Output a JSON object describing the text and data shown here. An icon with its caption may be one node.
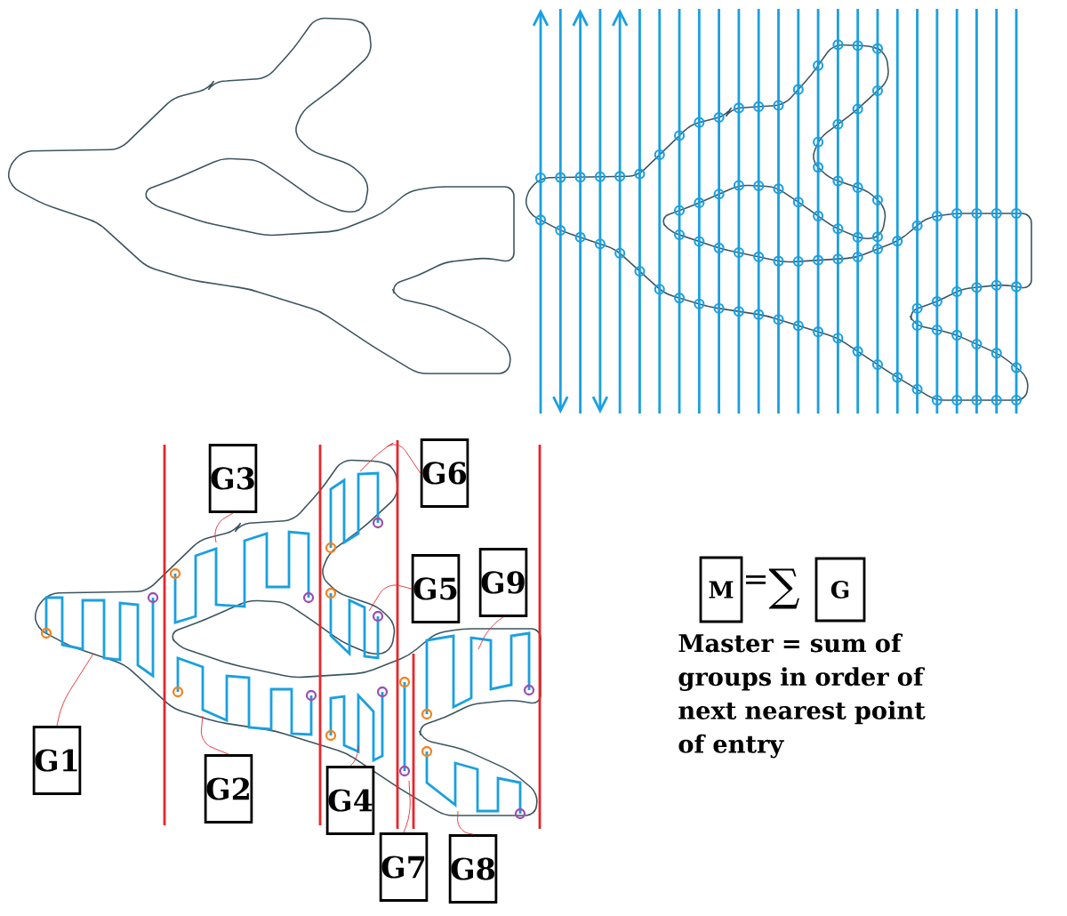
{
  "diagram": {
    "nodes": [
      {
        "text": [
          "G1"
        ]
      },
      {
        "text": [
          "G2"
        ]
      },
      {
        "text": [
          "G3"
        ]
      },
      {
        "text": [
          "G4"
        ]
      },
      {
        "text": [
          "G5"
        ]
      },
      {
        "text": [
          "G6"
        ]
      },
      {
        "text": [
          "G7"
        ]
      },
      {
        "text": [
          "G8"
        ]
      },
      {
        "text": [
          "G9"
        ]
      },
      {
        "text": [
          "M"
        ]
      },
      {
        "text": [
          "G"
        ]
      }
    ],
    "edges": [
      {
        "from": 0,
        "to": null,
        "arrow": "none"
      },
      {
        "from": 1,
        "to": null,
        "arrow": "none"
      },
      {
        "from": 2,
        "to": null,
        "arrow": "none"
      },
      {
        "from": 3,
        "to": null,
        "arrow": "none"
      },
      {
        "from": 4,
        "to": null,
        "arrow": "none"
      },
      {
        "from": 5,
        "to": null,
        "arrow": "none"
      },
      {
        "from": 6,
        "to": null,
        "arrow": "none"
      },
      {
        "from": 7,
        "to": null,
        "arrow": "none"
      },
      {
        "from": 8,
        "to": null,
        "arrow": "none"
      }
    ],
    "labels": [
      "=",
      "∑",
      "Master = sum of groups in order of next nearest point of entry"
    ]
  }
}
